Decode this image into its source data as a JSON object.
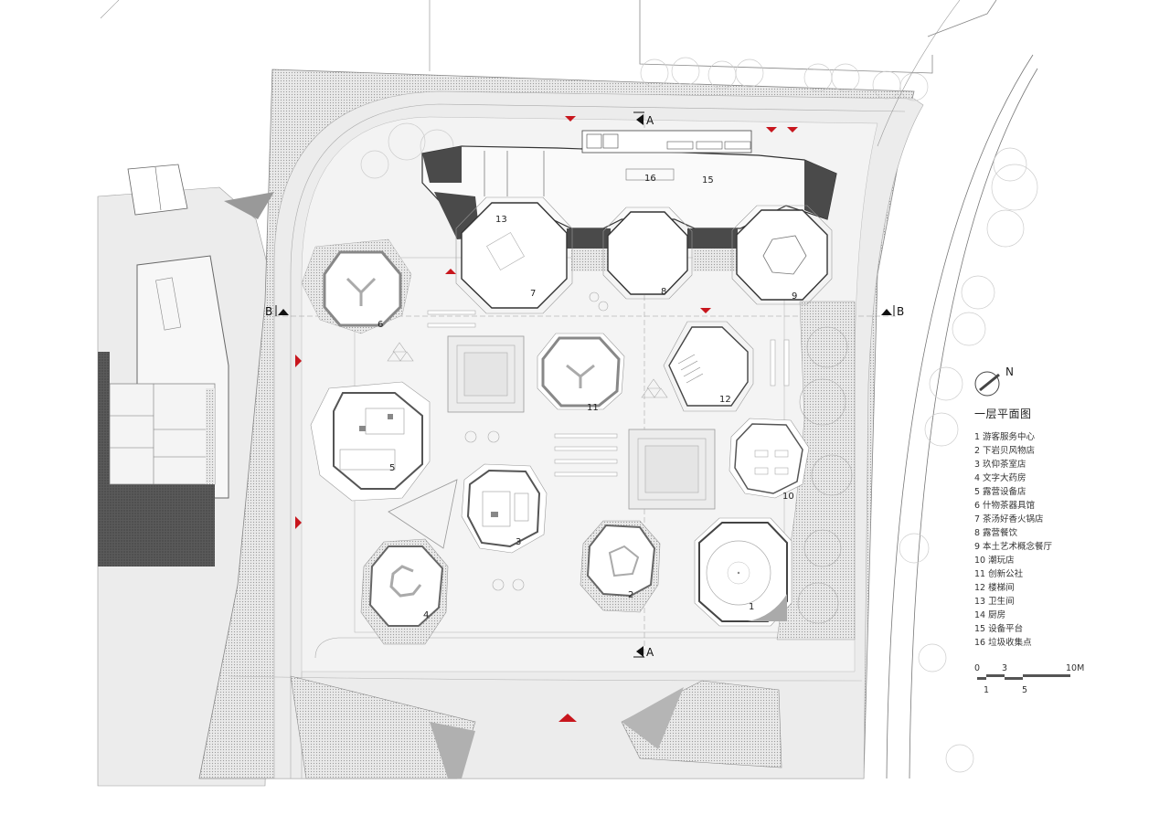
{
  "drawing": {
    "title": "一层平面图",
    "north_label": "N",
    "accent_color": "#c8161d",
    "legend": [
      {
        "num": "1",
        "name": "游客服务中心"
      },
      {
        "num": "2",
        "name": "下岩贝风物店"
      },
      {
        "num": "3",
        "name": "玖仰茶室店"
      },
      {
        "num": "4",
        "name": "文字大药房"
      },
      {
        "num": "5",
        "name": "露营设备店"
      },
      {
        "num": "6",
        "name": "什物茶器具馆"
      },
      {
        "num": "7",
        "name": "茶汤好香火锅店"
      },
      {
        "num": "8",
        "name": "露营餐饮"
      },
      {
        "num": "9",
        "name": "本土艺术概念餐厅"
      },
      {
        "num": "10",
        "name": "潮玩店"
      },
      {
        "num": "11",
        "name": "创新公社"
      },
      {
        "num": "12",
        "name": "楼梯间"
      },
      {
        "num": "13",
        "name": "卫生间"
      },
      {
        "num": "14",
        "name": "厨房"
      },
      {
        "num": "15",
        "name": "设备平台"
      },
      {
        "num": "16",
        "name": "垃圾收集点"
      }
    ],
    "scale_bar": {
      "top_ticks": [
        "0",
        "3",
        "10M"
      ],
      "bottom_ticks": [
        "1",
        "5"
      ]
    },
    "section_marks": {
      "a_top": "A",
      "a_bottom": "A",
      "b_left": "B",
      "b_right": "B"
    },
    "room_labels": {
      "r1": "1",
      "r2": "2",
      "r3": "3",
      "r4": "4",
      "r5": "5",
      "r6": "6",
      "r7": "7",
      "r8": "8",
      "r9": "9",
      "r10": "10",
      "r11": "11",
      "r12": "12",
      "r13": "13",
      "r15": "15",
      "r16": "16"
    }
  }
}
